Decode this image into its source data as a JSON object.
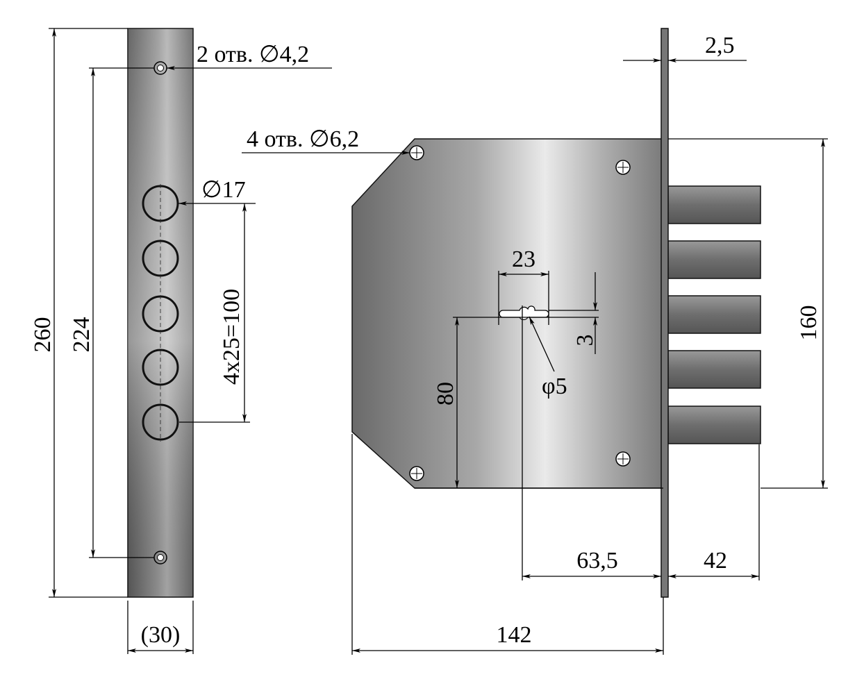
{
  "faceplate": {
    "overall_length": "260",
    "hole_spacing": "224",
    "mount_holes_label": "2 отв. ∅4,2",
    "bolt_hole_diameter": "∅17",
    "bolt_spacing": "4x25=100",
    "width": "(30)"
  },
  "lock_body": {
    "faceplate_thickness": "2,5",
    "mount_holes_label": "4 отв. ∅6,2",
    "height": "160",
    "keyhole_width": "23",
    "keyhole_height": "3",
    "keyhole_pin": "φ5",
    "keyhole_from_bottom": "80",
    "backset": "63,5",
    "bolt_throw": "42",
    "total_depth": "142"
  },
  "colors": {
    "metal_light": "#e6e6e6",
    "metal_dark": "#6a6a6a",
    "bolt": "#7a7a7a"
  }
}
